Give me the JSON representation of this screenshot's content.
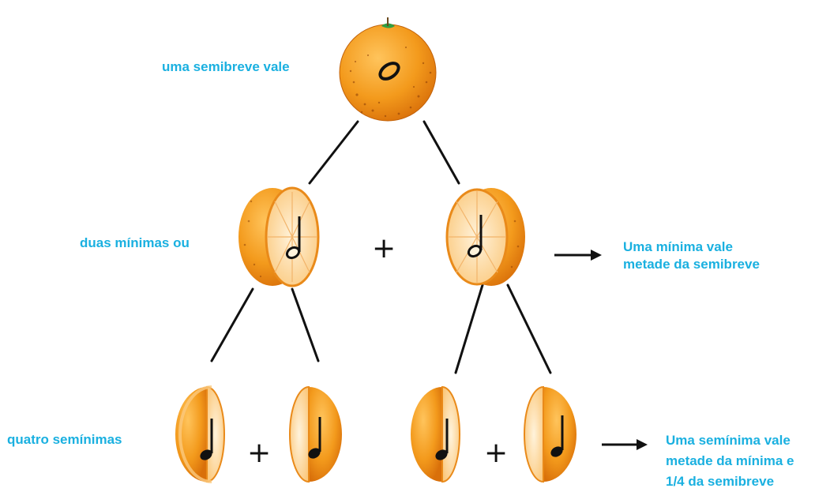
{
  "labels": {
    "whole": "uma semibreve vale",
    "halves": "duas mínimas ou",
    "quarters": "quatro semínimas",
    "half_note_line1": "Uma mínima vale",
    "half_note_line2": "metade da semibreve",
    "quarter_note_line1": "Uma semínima vale",
    "quarter_note_line2": "metade da mínima e",
    "quarter_note_line3": "1/4 da semibreve"
  },
  "operators": {
    "plus": "+"
  },
  "colors": {
    "label_text": "#1ab0e0",
    "orange_peel": "#f39a1c",
    "orange_pulp": "#fbd9a5",
    "stem_leaf": "#2f9e44",
    "note_ink": "#111111"
  },
  "icons": {
    "whole_fruit": "whole-orange-icon",
    "half_fruit": "half-orange-icon",
    "quarter_fruit": "quarter-orange-icon",
    "semibreve": "whole-note-icon",
    "minima": "half-note-icon",
    "seminima": "quarter-note-icon",
    "arrow": "arrow-right-icon"
  }
}
